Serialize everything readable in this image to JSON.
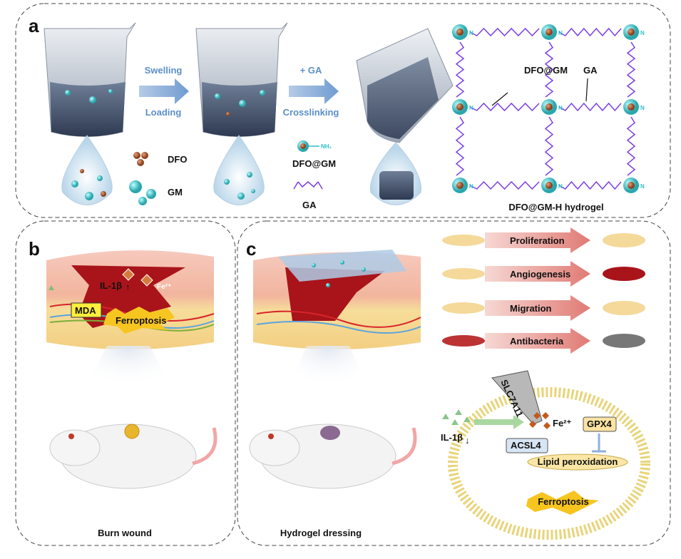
{
  "panel_a": {
    "label": "a",
    "step1_top": "Swelling",
    "step1_bottom": "Loading",
    "step2_top": "+ GA",
    "step2_bottom": "Crosslinking",
    "legend_dfo": "DFO",
    "legend_gm": "GM",
    "legend_dfo_gm": "DFO@GM",
    "legend_nh2": "NH₂",
    "legend_ga": "GA",
    "network_label_dfo_gm": "DFO@GM",
    "network_label_ga": "GA",
    "network_caption": "DFO@GM-H hydrogel",
    "network_node_text": "N"
  },
  "panel_b": {
    "label": "b",
    "il1b": "IL-1β",
    "fe": "Fe²⁺",
    "mda": "MDA",
    "ferroptosis": "Ferroptosis",
    "caption": "Burn wound"
  },
  "panel_c": {
    "label": "c",
    "caption": "Hydrogel dressing",
    "effects": [
      "Proliferation",
      "Angiogenesis",
      "Migration",
      "Antibacteria"
    ],
    "slc7a11": "SLC7A11",
    "il1b": "IL-1β",
    "fe": "Fe²⁺",
    "gpx4": "GPX4",
    "acsl4": "ACSL4",
    "lipid": "Lipid peroxidation",
    "ferroptosis": "Ferroptosis"
  },
  "colors": {
    "arrow_blue": "#5b8fc9",
    "gm_cyan": "#4fc3c8",
    "dfo_brown": "#b0643a",
    "ga_purple": "#7b3fe4",
    "wound_red": "#a8141a",
    "effect_arrow": "#e58a86"
  }
}
